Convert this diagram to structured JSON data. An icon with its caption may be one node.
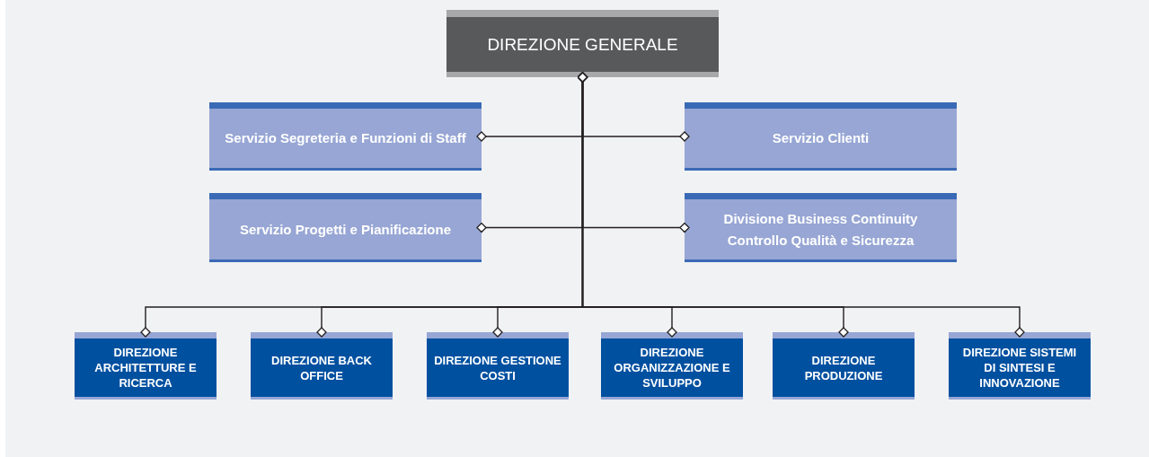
{
  "diagram": {
    "nodes": [
      {
        "text": [
          "DIREZIONE GENERALE"
        ]
      },
      {
        "text": [
          "Servizio Segreteria e Funzioni di Staff"
        ]
      },
      {
        "text": [
          "Servizio Clienti"
        ]
      },
      {
        "text": [
          "Servizio Progetti e Pianificazione"
        ]
      },
      {
        "text": [
          "Divisione Business Continuity Controllo Qualità e Sicurezza"
        ]
      },
      {
        "text": [
          "DIREZIONE ARCHITETTURE E RICERCA"
        ]
      },
      {
        "text": [
          "DIREZIONE BACK OFFICE"
        ]
      },
      {
        "text": [
          "DIREZIONE GESTIONE COSTI"
        ]
      },
      {
        "text": [
          "DIREZIONE ORGANIZZAZIONE E SVILUPPO"
        ]
      },
      {
        "text": [
          "DIREZIONE PRODUZIONE"
        ]
      },
      {
        "text": [
          "DIREZIONE SISTEMI DI SINTESI E INNOVAZIONE"
        ]
      }
    ],
    "edges": [
      {
        "from": 0,
        "to": 1,
        "arrow": "other"
      },
      {
        "from": 0,
        "to": 2,
        "arrow": "other"
      },
      {
        "from": 0,
        "to": 3,
        "arrow": "other"
      },
      {
        "from": 0,
        "to": 4,
        "arrow": "other"
      },
      {
        "from": 0,
        "to": 5,
        "arrow": "other"
      },
      {
        "from": 0,
        "to": 6,
        "arrow": "other"
      },
      {
        "from": 0,
        "to": 7,
        "arrow": "other"
      },
      {
        "from": 0,
        "to": 8,
        "arrow": "other"
      },
      {
        "from": 0,
        "to": 9,
        "arrow": "other"
      },
      {
        "from": 0,
        "to": 10,
        "arrow": "other"
      }
    ]
  }
}
